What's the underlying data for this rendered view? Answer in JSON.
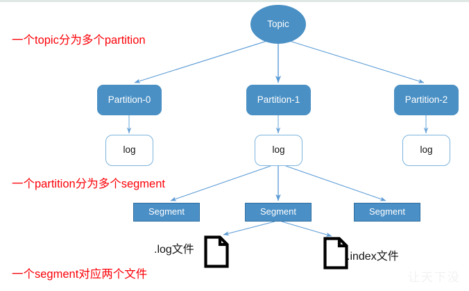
{
  "diagram": {
    "title": "Kafka topic / partition / segment structure",
    "background_color": "#ffffff",
    "accent_blue": "#4a90c4",
    "node_border_blue": "#7bb3dd",
    "segment_fill": "#4a8fc6",
    "segment_border": "#2f6f9f",
    "note_color": "#fb0007",
    "arrow_color": "#5b9bd5"
  },
  "topic": {
    "label": "Topic"
  },
  "partitions": [
    {
      "label": "Partition-0"
    },
    {
      "label": "Partition-1"
    },
    {
      "label": "Partition-2"
    }
  ],
  "logs": [
    {
      "label": "log"
    },
    {
      "label": "log"
    },
    {
      "label": "log"
    }
  ],
  "segments": [
    {
      "label": "Segment"
    },
    {
      "label": "Segment"
    },
    {
      "label": "Segment"
    }
  ],
  "files": [
    {
      "label": ".log文件",
      "icon": "file-icon"
    },
    {
      "label": ".index文件",
      "icon": "file-icon"
    }
  ],
  "notes": [
    {
      "text": "一个topic分为多个partition"
    },
    {
      "text": "一个partition分为多个segment"
    },
    {
      "text": "一个segment对应两个文件"
    }
  ],
  "watermark": {
    "text": "让天下没"
  }
}
